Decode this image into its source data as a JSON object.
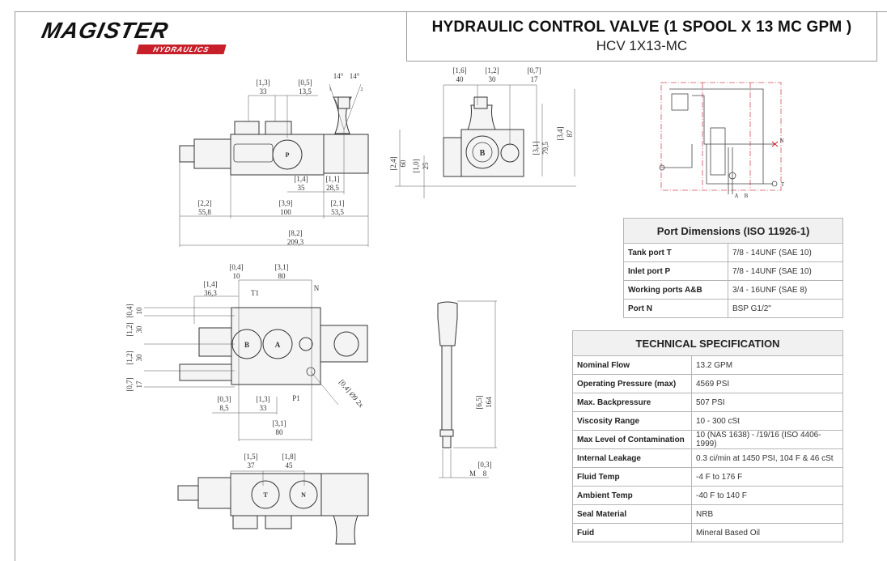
{
  "header": {
    "logo_main": "MAGISTER",
    "logo_sub": "HYDRAULICS",
    "title": "HYDRAULIC CONTROL VALVE (1 SPOOL X 13 MC GPM )",
    "subtitle": "HCV 1X13-MC"
  },
  "port_dimensions": {
    "title": "Port Dimensions (ISO 11926-1)",
    "rows": [
      {
        "label": "Tank port T",
        "value": "7/8 - 14UNF (SAE 10)"
      },
      {
        "label": "Inlet port P",
        "value": "7/8 - 14UNF (SAE 10)"
      },
      {
        "label": "Working ports A&B",
        "value": "3/4 - 16UNF (SAE 8)"
      },
      {
        "label": "Port N",
        "value": "BSP G1/2\""
      }
    ]
  },
  "technical_specification": {
    "title": "TECHNICAL SPECIFICATION",
    "rows": [
      {
        "label": "Nominal Flow",
        "value": "13.2 GPM"
      },
      {
        "label": "Operating Pressure (max)",
        "value": "4569 PSI"
      },
      {
        "label": "Max. Backpressure",
        "value": "507 PSI"
      },
      {
        "label": "Viscosity Range",
        "value": "10 - 300 cSt"
      },
      {
        "label": "Max Level of Contamination",
        "value": "10 (NAS 1638) - /19/16 (ISO 4406-1999)"
      },
      {
        "label": "Internal Leakage",
        "value": "0.3 ci/min at 1450 PSI, 104 F & 46 cSt"
      },
      {
        "label": "Fluid Temp",
        "value": "-4 F to 176 F"
      },
      {
        "label": "Ambient Temp",
        "value": "-40 F to 140 F"
      },
      {
        "label": "Seal Material",
        "value": "NRB"
      },
      {
        "label": "Fuid",
        "value": "Mineral Based Oil"
      }
    ]
  },
  "drawings": {
    "side_view": {
      "dims": [
        {
          "in": "[1,3]",
          "mm": "33"
        },
        {
          "in": "[0,5]",
          "mm": "13,5"
        },
        {
          "in": "[1,4]",
          "mm": "35"
        },
        {
          "in": "[1,1]",
          "mm": "28,5"
        },
        {
          "in": "[2,2]",
          "mm": "55,8"
        },
        {
          "in": "[3,9]",
          "mm": "100"
        },
        {
          "in": "[2,1]",
          "mm": "53,5"
        },
        {
          "in": "[8,2]",
          "mm": "209,3"
        }
      ],
      "angle_left": "14°",
      "angle_right": "14°",
      "pos_1": "1",
      "pos_2": "2",
      "port_p": "P"
    },
    "front_view": {
      "dims": [
        {
          "in": "[1,6]",
          "mm": "40"
        },
        {
          "in": "[1,2]",
          "mm": "30"
        },
        {
          "in": "[0,7]",
          "mm": "17"
        },
        {
          "in": "[2,4]",
          "mm": "60"
        },
        {
          "in": "[1,0]",
          "mm": "25"
        },
        {
          "in": "[3,1]",
          "mm": "79,5"
        },
        {
          "in": "[3,4]",
          "mm": "87"
        }
      ],
      "port_b": "B"
    },
    "bottom_view": {
      "dims": [
        {
          "in": "[0,4]",
          "mm": "10"
        },
        {
          "in": "[3,1]",
          "mm": "80"
        },
        {
          "in": "[1,4]",
          "mm": "36,3"
        },
        {
          "in": "[0,4]",
          "mm": "10"
        },
        {
          "in": "[1,2]",
          "mm": "30"
        },
        {
          "in": "[1,2]",
          "mm": "30"
        },
        {
          "in": "[0,7]",
          "mm": "17"
        },
        {
          "in": "[0,3]",
          "mm": "8,5"
        },
        {
          "in": "[1,3]",
          "mm": "33"
        },
        {
          "in": "[3,1]",
          "mm": "80"
        }
      ],
      "hole": "[0,4] Ø9 2x",
      "label_t1": "T1",
      "label_n": "N",
      "label_p1": "P1",
      "port_b": "B",
      "port_a": "A"
    },
    "lever": {
      "dims": [
        {
          "in": "[6,5]",
          "mm": "164"
        },
        {
          "in": "[0,3]",
          "mm": "8"
        }
      ],
      "thread": "M"
    },
    "top_view": {
      "dims": [
        {
          "in": "[1,5]",
          "mm": "37"
        },
        {
          "in": "[1,8]",
          "mm": "45"
        }
      ],
      "port_t": "T",
      "port_n": "N"
    },
    "schematic": {
      "label_n": "N",
      "label_t": "T",
      "label_a": "A",
      "label_b": "B"
    }
  }
}
